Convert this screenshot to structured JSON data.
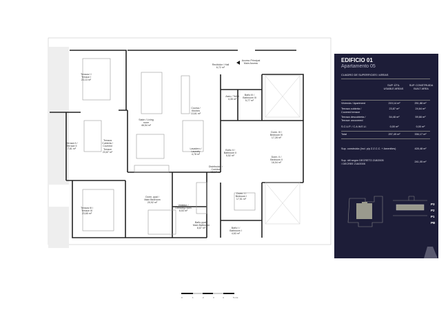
{
  "rooms": [
    {
      "label": "Terraza I /\nTerrace I\n23,13 m²"
    },
    {
      "label": "Cocina /\nKitchen\n13,61 m²"
    },
    {
      "label": "Salón / Living\nroom\n46,54 m²"
    },
    {
      "label": "Recibidor / Hall\n6,72 m²"
    },
    {
      "label": "Acceso Principal\nMain Access"
    },
    {
      "label": "Aseo / Toilet\n4,35 m²"
    },
    {
      "label": "Baño III /\nBathroom III\n5,77 m²"
    },
    {
      "label": "Dorm. III /\nBedroom III\n17,28 m²"
    },
    {
      "label": "Terraza II /\nTerrace II\n7,81 m²"
    },
    {
      "label": "Terraza\nCubierta /\nCovered\nTerrace\n23,87 m²"
    },
    {
      "label": "Lavadero /\nLaundry\n4,78 m²"
    },
    {
      "label": "Baño II /\nBathroom II\n5,52 m²"
    },
    {
      "label": "Dorm. II /\nBedroom II\n16,04 m²"
    },
    {
      "label": "Distribuidor /\nCorridor\n15,17 m²"
    },
    {
      "label": "Dorm. ppal /\nMain Bedroom\n20,92 m²"
    },
    {
      "label": "Vestidor /\nDressing room\n8,53 m²"
    },
    {
      "label": "Dorm. I /\nBedroom I\n17,51 m²"
    },
    {
      "label": "Baño ppal /\nMain Bathroom\n8,87 m²"
    },
    {
      "label": "Baño I /\nBathroom I\n4,63 m²"
    },
    {
      "label": "Terraza III /\nTerrace III\n23,65 m²"
    }
  ],
  "panel": {
    "title": "EDIFICIO 01",
    "subtitle": "Apartamento 05",
    "table_title": "CUADRO DE SUPERFICIES / AREAS",
    "col_useful": "SUP. ÚTIL\nUSABLE AREAS",
    "col_built": "SUP. CONSTRUIDA\nBUILT AREA",
    "rows": [
      {
        "label": "Vivienda / Apartment",
        "useful": "219,14 m²",
        "built": "251,88 m²"
      },
      {
        "label": "Terraza cubierta /\nCovered terrace",
        "useful": "23,87 m²",
        "built": "24,64 m²"
      },
      {
        "label": "Terraza descubierta /\nTerrace uncovered",
        "useful": "54,48 m²",
        "built": "59,66 m²"
      },
      {
        "label": "S.C.U.P. / C.A.W.E.U.",
        "useful": "0,00 m²",
        "built": "0,00 m²"
      }
    ],
    "total": {
      "label": "Total",
      "useful": "297,49 m²",
      "built": "336,17 m²"
    },
    "built_incl": {
      "label": "Sup. construida (Incl. p/p Z.Z.C.C. + Amenities)",
      "value": "428,48 m²"
    },
    "decree": {
      "label": "Sup. útil según DECRETO 218/2005\n/ DECREE 218/2005",
      "value": "241,05 m²"
    },
    "levels": [
      "P3",
      "P2",
      "P1",
      "PB"
    ],
    "accent": "#1d1d38"
  },
  "scale": {
    "ticks": [
      "0",
      "1",
      "2",
      "3",
      "4",
      "5 mts"
    ]
  }
}
